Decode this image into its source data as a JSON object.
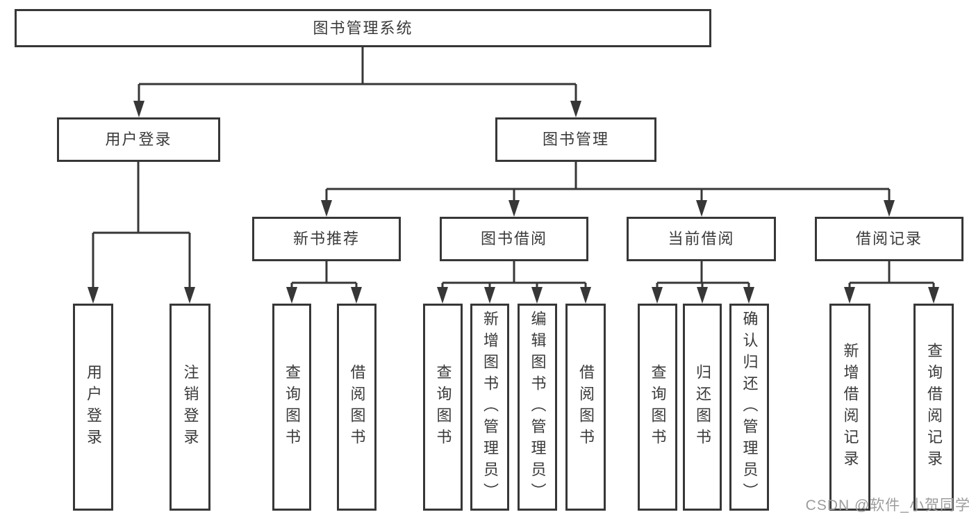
{
  "diagram": {
    "root": {
      "label": "图书管理系统"
    },
    "branches": {
      "login": {
        "label": "用户登录",
        "children": [
          "用户登录",
          "注销登录"
        ]
      },
      "management": {
        "label": "图书管理",
        "sections": [
          {
            "label": "新书推荐",
            "children": [
              "查询图书",
              "借阅图书"
            ]
          },
          {
            "label": "图书借阅",
            "children": [
              "查询图书",
              "新增图书（管理员）",
              "编辑图书（管理员）",
              "借阅图书"
            ]
          },
          {
            "label": "当前借阅",
            "children": [
              "查询图书",
              "归还图书",
              "确认归还（管理员）"
            ]
          },
          {
            "label": "借阅记录",
            "children": [
              "新增借阅记录",
              "查询借阅记录"
            ]
          }
        ]
      }
    }
  },
  "watermark": {
    "text": "CSDN @软件_小贺同学"
  },
  "colors": {
    "line": "#373737",
    "text": "#3a3a3a",
    "box_background": "#ffffff",
    "watermark": "#9c9c9c",
    "page_background": "#ffffff"
  }
}
